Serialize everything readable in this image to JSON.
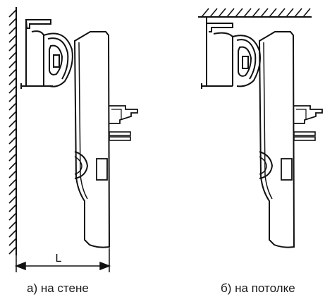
{
  "captions": {
    "wall": "а) на стене",
    "ceiling": "б) на потолке"
  },
  "dimension": {
    "label": "L"
  },
  "colors": {
    "line": "#111111",
    "background": "#ffffff"
  }
}
